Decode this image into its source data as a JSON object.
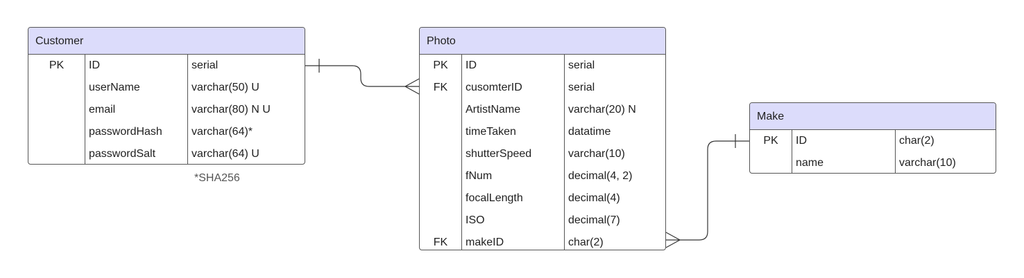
{
  "entities": {
    "customer": {
      "title": "Customer",
      "rows": [
        {
          "key": "PK",
          "name": "ID",
          "type": "serial"
        },
        {
          "key": "",
          "name": "userName",
          "type": "varchar(50) U"
        },
        {
          "key": "",
          "name": "email",
          "type": "varchar(80) N U"
        },
        {
          "key": "",
          "name": "passwordHash",
          "type": "varchar(64)*"
        },
        {
          "key": "",
          "name": "passwordSalt",
          "type": "varchar(64) U"
        }
      ]
    },
    "photo": {
      "title": "Photo",
      "rows": [
        {
          "key": "PK",
          "name": "ID",
          "type": "serial"
        },
        {
          "key": "FK",
          "name": "cusomterID",
          "type": "serial"
        },
        {
          "key": "",
          "name": "ArtistName",
          "type": "varchar(20) N"
        },
        {
          "key": "",
          "name": "timeTaken",
          "type": "datatime"
        },
        {
          "key": "",
          "name": "shutterSpeed",
          "type": "varchar(10)"
        },
        {
          "key": "",
          "name": "fNum",
          "type": "decimal(4, 2)"
        },
        {
          "key": "",
          "name": "focalLength",
          "type": "decimal(4)"
        },
        {
          "key": "",
          "name": "ISO",
          "type": "decimal(7)"
        },
        {
          "key": "FK",
          "name": "makeID",
          "type": "char(2)"
        }
      ]
    },
    "make": {
      "title": "Make",
      "rows": [
        {
          "key": "PK",
          "name": "ID",
          "type": "char(2)"
        },
        {
          "key": "",
          "name": "name",
          "type": "varchar(10)"
        }
      ]
    }
  },
  "footnote": "*SHA256",
  "relationships": [
    {
      "from": "Customer.ID",
      "to": "Photo.cusomterID",
      "from_cardinality": "one",
      "to_cardinality": "many"
    },
    {
      "from": "Make.ID",
      "to": "Photo.makeID",
      "from_cardinality": "one",
      "to_cardinality": "many"
    }
  ],
  "colors": {
    "header_fill": "#dcdcfb",
    "border": "#555555",
    "text": "#1f1f1f",
    "footnote_text": "#555555"
  }
}
